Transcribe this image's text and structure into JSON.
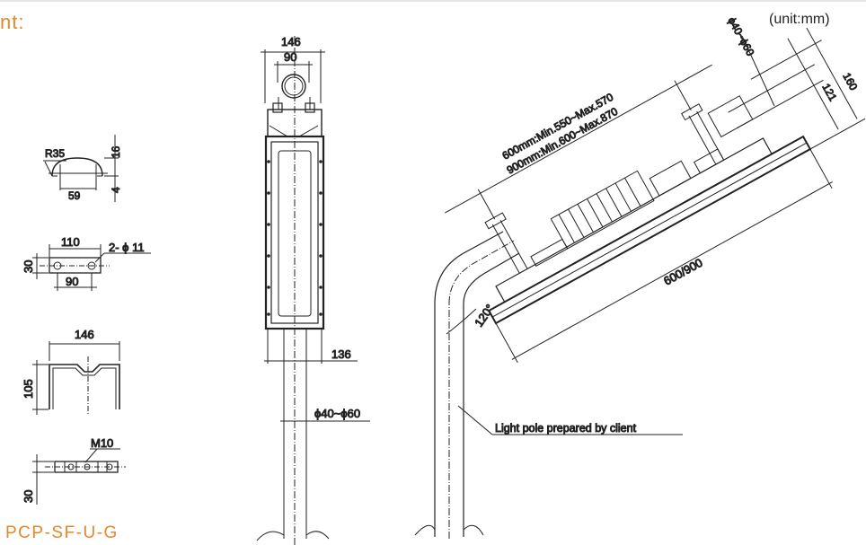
{
  "header": {
    "title_fragment": "nt:",
    "unit_label": "(unit:mm)"
  },
  "brackets": {
    "clamp": {
      "radius": "R35",
      "width": "59",
      "height": "16",
      "thickness": "4"
    },
    "plate": {
      "length": "110",
      "holes": "2- ϕ 11",
      "height": "30",
      "spacing": "90"
    },
    "u_channel": {
      "width": "146",
      "height": "105"
    },
    "bolt_plate": {
      "bolt": "M10",
      "height": "30"
    }
  },
  "front_view": {
    "top_width": "146",
    "pipe_width": "90",
    "body_width": "136",
    "pole_diameter": "ϕ40~ϕ60"
  },
  "side_view": {
    "pole_diameter": "ϕ40~ϕ60",
    "height_160": "160",
    "height_121": "121",
    "spacing_600": "600mm:Min.550~Max.570",
    "spacing_900": "900mm:Min.600~Max.870",
    "length": "600/900",
    "angle": "120°",
    "pole_label": "Light pole prepared by client"
  },
  "footer": {
    "model": "PCP-SF-U-G"
  },
  "colors": {
    "accent": "#e8862a",
    "line": "#222222"
  }
}
